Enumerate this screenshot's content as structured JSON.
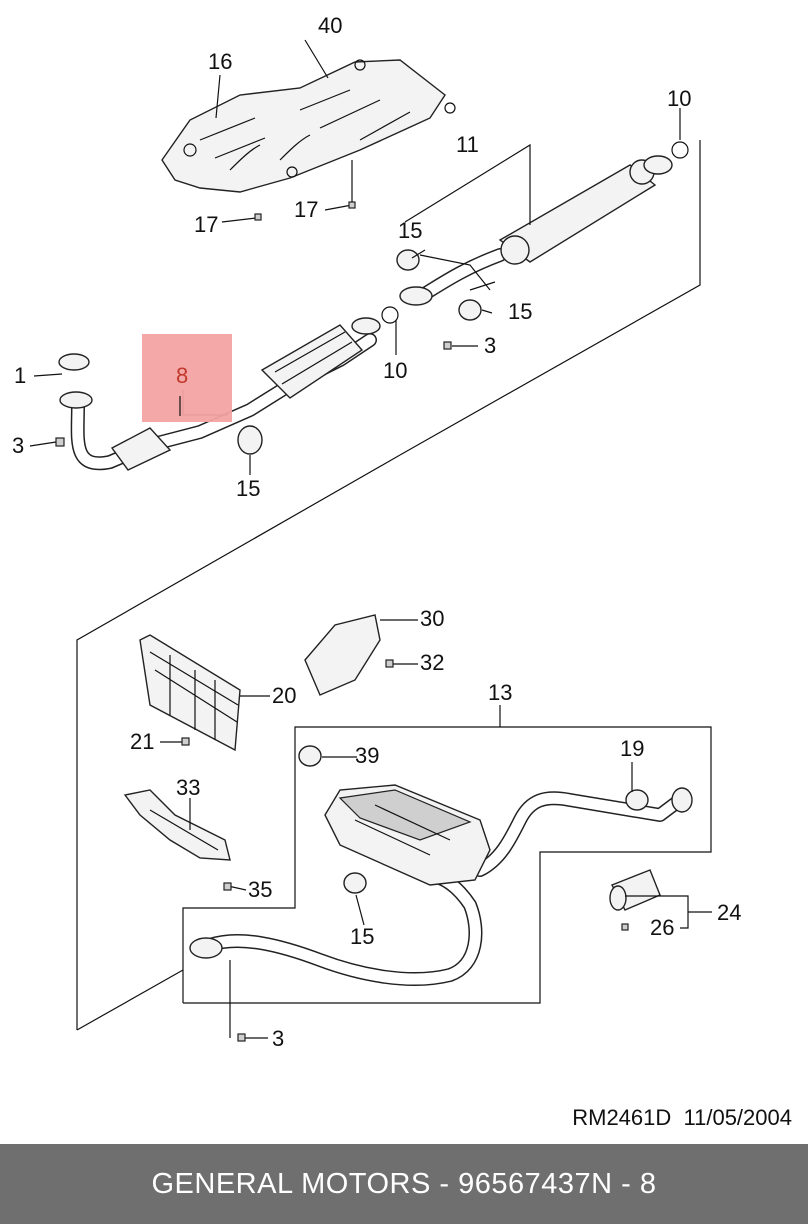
{
  "callouts": {
    "c1": "1",
    "c3a": "3",
    "c3b": "3",
    "c3c": "3",
    "c8": "8",
    "c10a": "10",
    "c10b": "10",
    "c11": "11",
    "c13": "13",
    "c15a": "15",
    "c15b": "15",
    "c15c": "15",
    "c15d": "15",
    "c16": "16",
    "c17a": "17",
    "c17b": "17",
    "c19": "19",
    "c20": "20",
    "c21": "21",
    "c24": "24",
    "c26": "26",
    "c30": "30",
    "c32": "32",
    "c33": "33",
    "c35": "35",
    "c39": "39",
    "c40": "40"
  },
  "highlight": {
    "color": "#f4a3a3",
    "text_color": "#c0392b"
  },
  "revision": {
    "code": "RM2461D",
    "date": "11/05/2004"
  },
  "footer": {
    "maker": "GENERAL MOTORS",
    "part_number": "96567437",
    "ref": "N - 8"
  }
}
